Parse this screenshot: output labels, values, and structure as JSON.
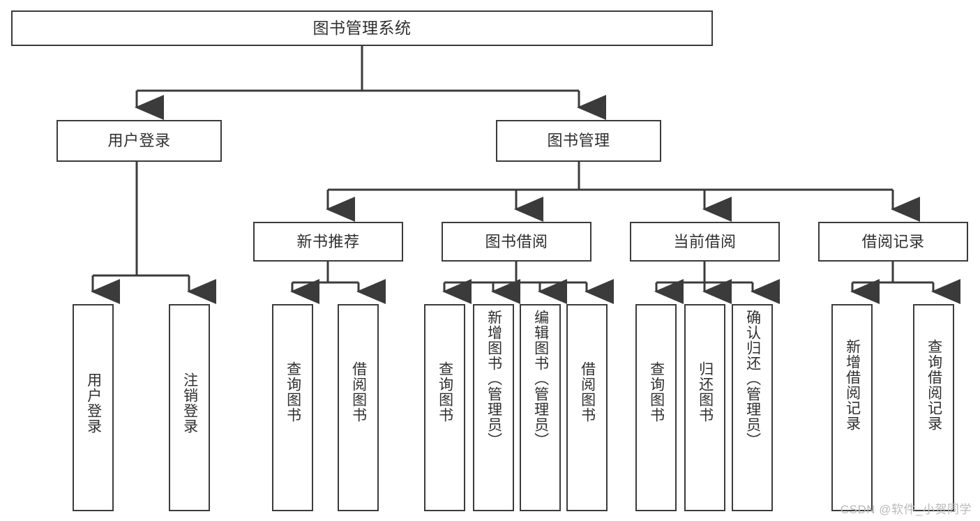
{
  "diagram": {
    "type": "tree-hierarchy-flowchart",
    "title": "图书管理系统",
    "colors": {
      "box_border": "#3b3b3b",
      "box_fill": "#ffffff",
      "connector": "#3b3b3b",
      "text": "#2f2f2f",
      "watermark": "#b9b9b9",
      "background": "#ffffff"
    },
    "root": {
      "label": "图书管理系统"
    },
    "level2": [
      {
        "label": "用户登录"
      },
      {
        "label": "图书管理"
      }
    ],
    "level3": [
      {
        "label": "新书推荐"
      },
      {
        "label": "图书借阅"
      },
      {
        "label": "当前借阅"
      },
      {
        "label": "借阅记录"
      }
    ],
    "leaves": {
      "user_login": [
        {
          "label": "用户登录"
        },
        {
          "label": "注销登录"
        }
      ],
      "new_book_recommend": [
        {
          "label": "查询图书"
        },
        {
          "label": "借阅图书"
        }
      ],
      "book_borrow": [
        {
          "label": "查询图书"
        },
        {
          "label": "新增图书（管理员）"
        },
        {
          "label": "编辑图书（管理员）"
        },
        {
          "label": "借阅图书"
        }
      ],
      "current_borrow": [
        {
          "label": "查询图书"
        },
        {
          "label": "归还图书"
        },
        {
          "label": "确认归还（管理员）"
        }
      ],
      "borrow_record": [
        {
          "label": "新增借阅记录"
        },
        {
          "label": "查询借阅记录"
        }
      ]
    }
  },
  "watermark": {
    "text": "CSDN @软件_小贺同学"
  }
}
